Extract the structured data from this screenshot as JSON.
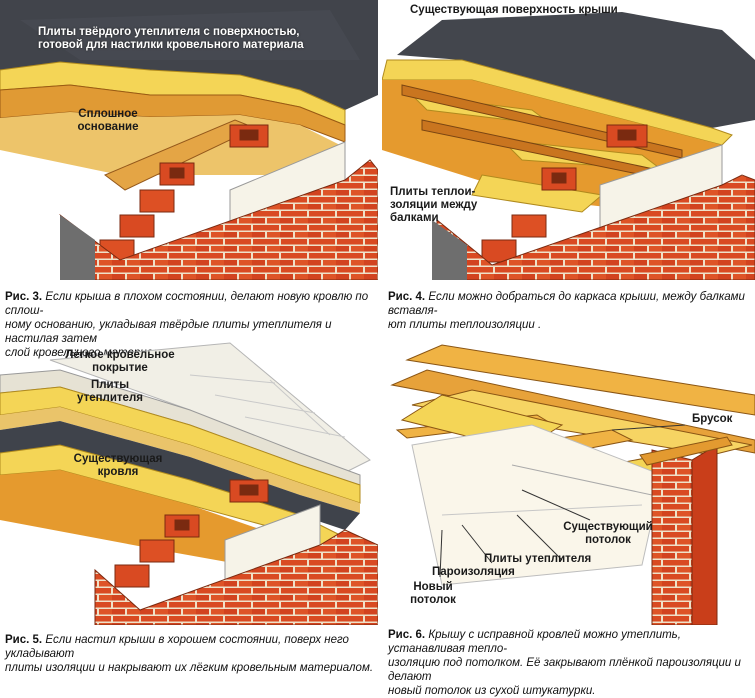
{
  "figures": [
    {
      "id": "fig3",
      "labels": {
        "top": "Плиты твёрдого утеплителя с поверхностью, готовой для настилки кровельного материала",
        "top_l1": "Плиты твёрдого утеплителя с поверхностью,",
        "top_l2": "готовой для настилки кровельного материала",
        "base_l1": "Сплошное",
        "base_l2": "основание"
      },
      "caption": {
        "number": "Рис. 3.",
        "text": "Если крыша в плохом состоянии, делают новую кровлю по сплош- ному основанию, укладывая твёрдые плиты утеплителя и настилая затем слой кровельного материала.",
        "l1": "Если крыша в плохом состоянии, делают новую кровлю по сплош-",
        "l2": "ному основанию, укладывая твёрдые плиты утеплителя и настилая затем",
        "l3": "слой кровельного материала."
      }
    },
    {
      "id": "fig4",
      "labels": {
        "top": "Существующая поверхность крыши",
        "ins_l1": "Плиты теплои-",
        "ins_l2": "золяции между",
        "ins_l3": "балками"
      },
      "caption": {
        "number": "Рис. 4.",
        "text": "Если можно добраться до каркаса крыши, между балками вставля- ют плиты теплоизоляции .",
        "l1": "Если можно добраться до каркаса крыши, между балками вставля-",
        "l2": "ют плиты теплоизоляции ."
      }
    },
    {
      "id": "fig5",
      "labels": {
        "light_l1": "Лёгкое кровельное",
        "light_l2": "покрытие",
        "plates_l1": "Плиты",
        "plates_l2": "утеплителя",
        "exist_l1": "Существующая",
        "exist_l2": "кровля"
      },
      "caption": {
        "number": "Рис. 5.",
        "text": "Если настил крыши в хорошем состоянии, поверх него укладывают плиты изоляции и накрывают их лёгким кровельным материалом.",
        "l1": "Если настил крыши в хорошем состоянии, поверх него укладывают",
        "l2": "плиты изоляции и накрывают их лёгким кровельным материалом."
      }
    },
    {
      "id": "fig6",
      "labels": {
        "brusok": "Брусок",
        "exist_ceiling_l1": "Существующий",
        "exist_ceiling_l2": "потолок",
        "plates": "Плиты утеплителя",
        "vapor": "Пароизоляция",
        "new_ceiling_l1": "Новый",
        "new_ceiling_l2": "потолок"
      },
      "caption": {
        "number": "Рис. 6.",
        "text": "Крышу с исправной кровлей можно утеплить, устанавливая тепло- изоляцию под потолком. Её закрывают плёнкой пароизоляции и делают новый потолок из сухой штукатурки.",
        "l1": "Крышу с исправной кровлей можно утеплить, устанавливая тепло-",
        "l2": "изоляцию под потолком. Её закрывают плёнкой пароизоляции и делают",
        "l3": "новый потолок из сухой штукатурки."
      }
    }
  ],
  "colors": {
    "roof_dark": "#3e4148",
    "insulation": "#f2d04e",
    "wood": "#dc8a26",
    "brick": "#d94a22",
    "mortar": "#f3e6cf",
    "board": "#f6f3e8"
  }
}
